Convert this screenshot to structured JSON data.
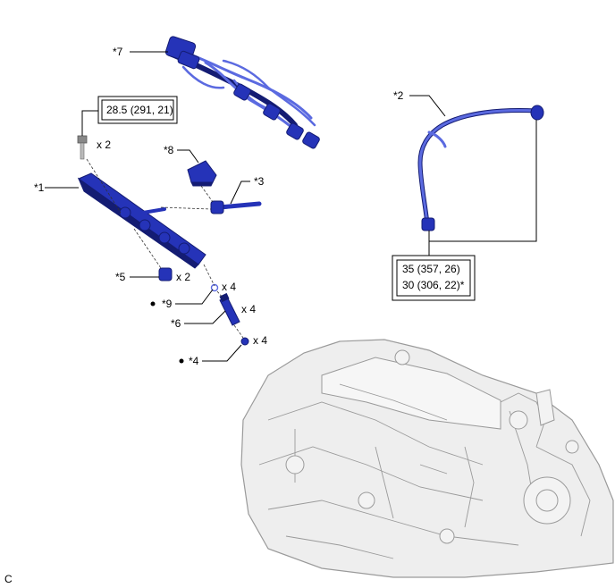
{
  "colors": {
    "part_blue": "#2533b8",
    "part_dark": "#141c73",
    "part_light": "#5b6ae0",
    "engine_fill": "#eeeeee",
    "engine_line": "#9a9a9a"
  },
  "callouts": {
    "c1": "*1",
    "c2": "*2",
    "c3": "*3",
    "c4": "*4",
    "c5": "*5",
    "c6": "*6",
    "c7": "*7",
    "c8": "*8",
    "c9": "*9"
  },
  "quantities": {
    "bolt": "x 2",
    "c5": "x 2",
    "c9": "x 4",
    "c6": "x 4",
    "c4": "x 4"
  },
  "torque": {
    "bolt": "28.5 (291, 21)",
    "pipe_line1": "35 (357, 26)",
    "pipe_line2": "30 (306, 22)*"
  },
  "corner_code": "C"
}
